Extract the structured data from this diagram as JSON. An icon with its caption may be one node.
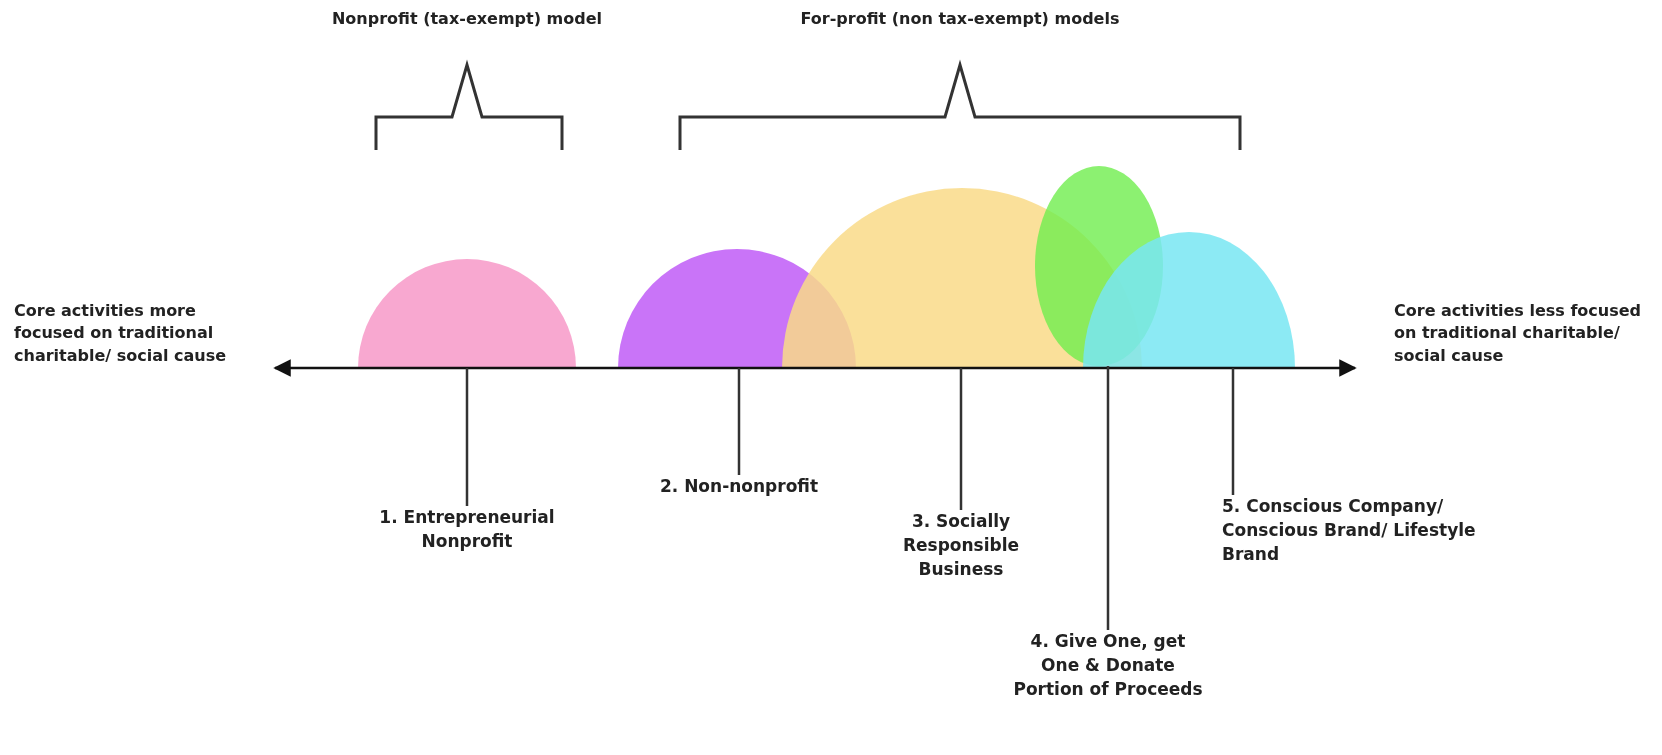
{
  "diagram": {
    "nodes": [
      {
        "text": [],
        "shape": "circle"
      },
      {
        "text": [],
        "shape": "circle"
      },
      {
        "text": [],
        "shape": "circle"
      },
      {
        "text": [],
        "shape": "ellipse"
      },
      {
        "text": [],
        "shape": "circle"
      },
      {
        "text": [
          "1. Entrepreneurial Nonprofit"
        ]
      },
      {
        "text": [
          "2. Non-nonprofit"
        ]
      },
      {
        "text": [
          "3. Socially Responsible Business"
        ]
      },
      {
        "text": [
          "4. Give One, get One & Donate Portion of Proceeds"
        ]
      },
      {
        "text": [
          "5. Conscious Company/ Conscious Brand/ Lifestyle Brand"
        ]
      }
    ],
    "edges": [
      {
        "from": 5,
        "to": 0,
        "arrow": "none"
      },
      {
        "from": 6,
        "to": 1,
        "arrow": "none"
      },
      {
        "from": 7,
        "to": 2,
        "arrow": "none"
      },
      {
        "from": 8,
        "to": 3,
        "arrow": "none"
      },
      {
        "from": 9,
        "to": 4,
        "arrow": "none"
      }
    ],
    "labels": [
      "Nonprofit (tax-exempt) model",
      "For-profit (non tax-exempt) models",
      "Core activities more focused on traditional charitable/ social cause",
      "Core activities less focused on traditional charitable/ social cause"
    ]
  }
}
